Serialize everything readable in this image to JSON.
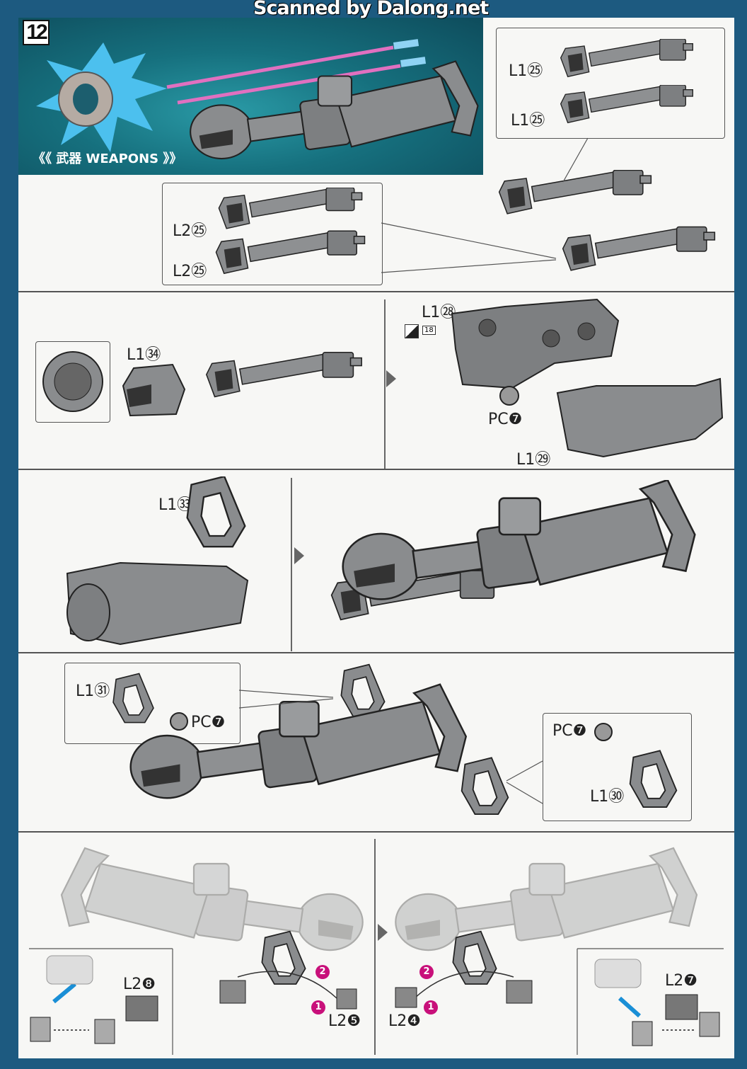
{
  "watermark": "Scanned by Dalong.net",
  "step_number": "12",
  "header_title": "《《 武器 WEAPONS 》》",
  "labels": {
    "p1_top_upper": "L1㉕",
    "p1_top_lower": "L1㉕",
    "p1_left_upper": "L2㉕",
    "p1_left_lower": "L2㉕",
    "p2_cap": "L1㉞",
    "p2_body": "L1㉘",
    "p2_sticker_ref": "18",
    "p2_pc": "PC❼",
    "p2_lower": "L1㉙",
    "p3_top": "L1㉝",
    "p4_left_part": "L1㉛",
    "p4_left_pc": "PC❼",
    "p4_right_pc": "PC❼",
    "p4_right_part": "L1㉚",
    "p5_left_part": "L2❽",
    "p5_mid_left": "L2❺",
    "p5_mid_right": "L2❹",
    "p5_right_part": "L2❼",
    "order_1": "1",
    "order_2": "2"
  },
  "colors": {
    "border": "#1d5a80",
    "part": "#8a8c8e",
    "order_badge": "#c8107a",
    "arrow_blue": "#1a8fd6"
  }
}
